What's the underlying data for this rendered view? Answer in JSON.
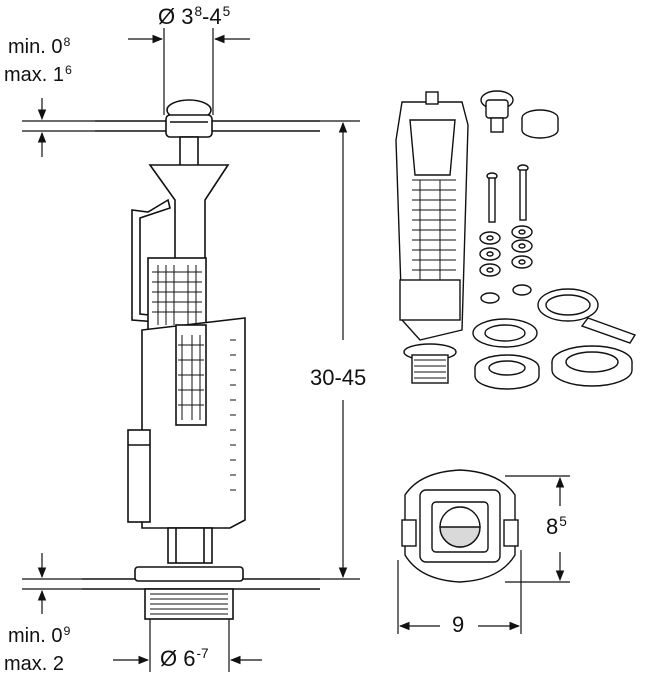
{
  "labels": {
    "top_diameter": {
      "prefix": "Ø 3",
      "sup1": "8",
      "mid": "-4",
      "sup2": "5"
    },
    "top_tolerance_min": {
      "text": "min. 0",
      "sup": "8"
    },
    "top_tolerance_max": {
      "text": "max. 1",
      "sup": "6"
    },
    "height_range": "30-45",
    "bottom_tolerance_min": {
      "text": "min. 0",
      "sup": "9"
    },
    "bottom_tolerance_max": "max. 2",
    "bottom_diameter": {
      "prefix": "Ø 6",
      "sup": "-7"
    },
    "detail_height": {
      "text": "8",
      "sup": "5"
    },
    "detail_width": "9"
  },
  "colors": {
    "line": "#111111",
    "fill": "#ffffff",
    "shade": "#d9d9d9"
  }
}
